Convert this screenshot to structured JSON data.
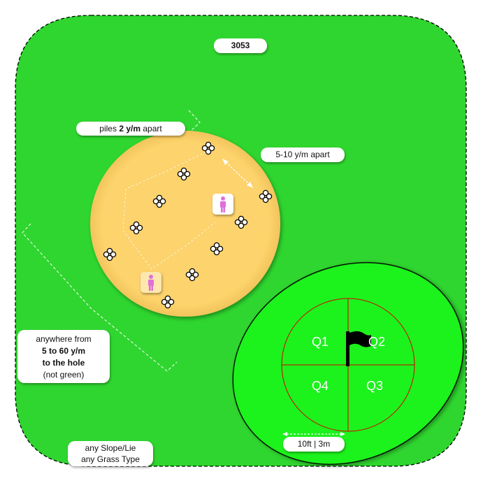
{
  "diagram": {
    "drill_id": "3053",
    "piles_label": {
      "prefix": "piles",
      "bold_text": "2 y/m",
      "suffix": "apart"
    },
    "spacing_label": "5-10 y/m apart",
    "range_label": {
      "line1": "anywhere from",
      "line2": "5 to 60 y/m",
      "line3": "to the hole",
      "line4": "(not green)"
    },
    "slope_label": {
      "line1": "any Slope/Lie",
      "line2": "any Grass Type"
    },
    "distance_label": "10ft | 3m",
    "quadrants": [
      "Q1",
      "Q2",
      "Q3",
      "Q4"
    ],
    "icons": [
      "ball-pile-icon",
      "player-figure-icon",
      "flag-icon"
    ],
    "colors": {
      "fairway": "#2fd62f",
      "green": "#1ef21e",
      "sand": "#fcd36c",
      "player": "#e070d8",
      "hole_circle_line": "#d40000",
      "flag": "#000000"
    }
  }
}
